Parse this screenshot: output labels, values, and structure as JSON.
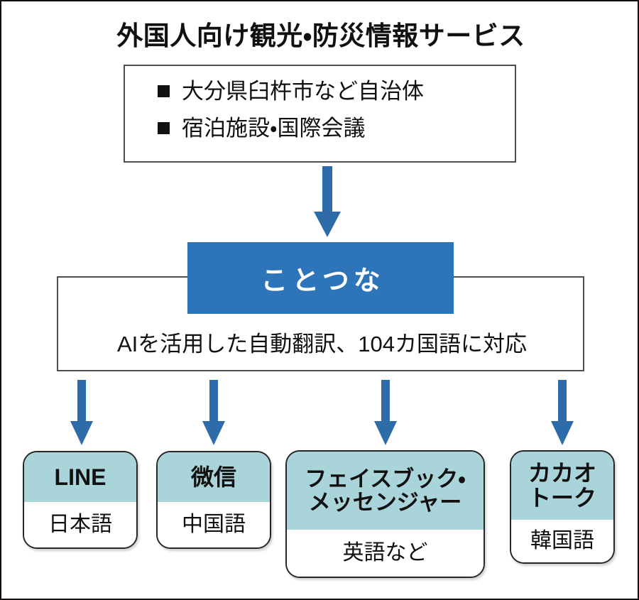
{
  "title": "外国人向け観光・防災情報サービス",
  "source_box": {
    "bullets": [
      "大分県臼杵市など自治体",
      "宿泊施設・国際会議"
    ]
  },
  "service": {
    "brand_label": "ことつな",
    "description": "AIを活用した自動翻訳、104カ国語に対応"
  },
  "channels": [
    {
      "name": "LINE",
      "language": "日本語"
    },
    {
      "name": "微信",
      "language": "中国語"
    },
    {
      "name": "フェイスブック・\nメッセンジャー",
      "language": "英語など"
    },
    {
      "name": "カカオ\nトーク",
      "language": "韓国語"
    }
  ],
  "colors": {
    "brand_blue": "#2d74b8",
    "arrow_blue": "#2d6ca8",
    "channel_teal": "#a9d4da",
    "box_border": "#4d4d4d",
    "text": "#111111",
    "background": "#ffffff"
  }
}
